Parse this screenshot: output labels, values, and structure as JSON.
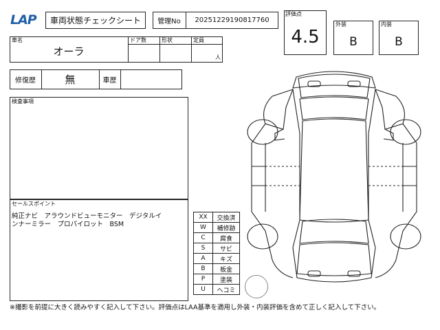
{
  "header": {
    "logo": "LAP",
    "title": "車両状態チェックシート",
    "kanri_label": "管理No",
    "kanri_value": "20251229190817760"
  },
  "scores": {
    "hyouka_label": "評価点",
    "hyouka_value": "4.5",
    "gaisou_label": "外装",
    "gaisou_value": "B",
    "naisou_label": "内装",
    "naisou_value": "B"
  },
  "vehicle": {
    "name_label": "車名",
    "name_value": "オーラ",
    "door_label": "ドア数",
    "shape_label": "形状",
    "capacity_label": "定員",
    "capacity_unit": "人"
  },
  "history": {
    "repair_label": "修復歴",
    "repair_value": "無",
    "car_history_label": "車歴"
  },
  "inspection": {
    "label": "検査事項"
  },
  "sales_point": {
    "label": "セールスポイント",
    "line1": "純正ナビ　アラウンドビューモニター　デジタルイ",
    "line2": "ンナーミラー　プロパイロット　BSM"
  },
  "legend": [
    {
      "code": "XX",
      "meaning": "交換済"
    },
    {
      "code": "W",
      "meaning": "補修跡"
    },
    {
      "code": "C",
      "meaning": "腐食"
    },
    {
      "code": "S",
      "meaning": "サビ"
    },
    {
      "code": "A",
      "meaning": "キズ"
    },
    {
      "code": "B",
      "meaning": "板金"
    },
    {
      "code": "P",
      "meaning": "塗装"
    },
    {
      "code": "U",
      "meaning": "ヘコミ"
    }
  ],
  "footer": {
    "note": "※撮影を前提に大きく読みやすく記入して下さい。評価点はLAA基準を適用し外装・内装評価を含めて正しく記入して下さい。"
  }
}
